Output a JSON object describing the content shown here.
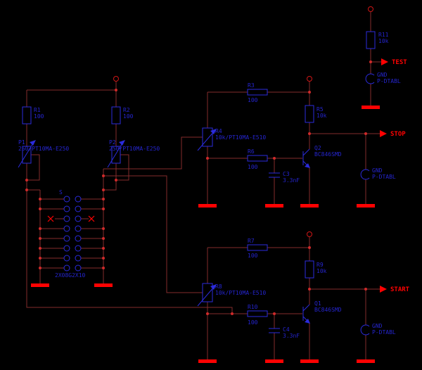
{
  "palette": {
    "background": "#000000",
    "wire": "#842c2c",
    "symbol_blue": "#2b2bdd",
    "label_blue": "#2525cf",
    "net_red": "#ff0202",
    "junction": "#d02a2a"
  },
  "nets": {
    "test": "TEST",
    "stop": "STOP",
    "start": "START"
  },
  "gnd": {
    "ref": "GND",
    "value": "P-DTABL"
  },
  "components": {
    "r1": {
      "ref": "R1",
      "value": "100"
    },
    "r2": {
      "ref": "R2",
      "value": "100"
    },
    "p1": {
      "ref": "P1",
      "value": "250/PT10MA-E250"
    },
    "p2": {
      "ref": "P2",
      "value": "250/PT10MA-E250"
    },
    "r3": {
      "ref": "R3",
      "value": "100"
    },
    "r4": {
      "ref": "R4",
      "value": "10k/PT10MA-E510"
    },
    "r5": {
      "ref": "R5",
      "value": "10k"
    },
    "r6": {
      "ref": "R6",
      "value": "100"
    },
    "r7": {
      "ref": "R7",
      "value": "100"
    },
    "r8": {
      "ref": "R8",
      "value": "10k/PT10MA-E510"
    },
    "r9": {
      "ref": "R9",
      "value": "10k"
    },
    "r10": {
      "ref": "R10",
      "value": "100"
    },
    "r11": {
      "ref": "R11",
      "value": "10k"
    },
    "c3": {
      "ref": "C3",
      "value": "3.3nF"
    },
    "c4": {
      "ref": "C4",
      "value": "3.3nF"
    },
    "q1": {
      "ref": "Q1",
      "value": "BC846SMD"
    },
    "q2": {
      "ref": "Q2",
      "value": "BC846SMD"
    },
    "con": {
      "ref": "S",
      "value": "2X08G2X10"
    }
  }
}
